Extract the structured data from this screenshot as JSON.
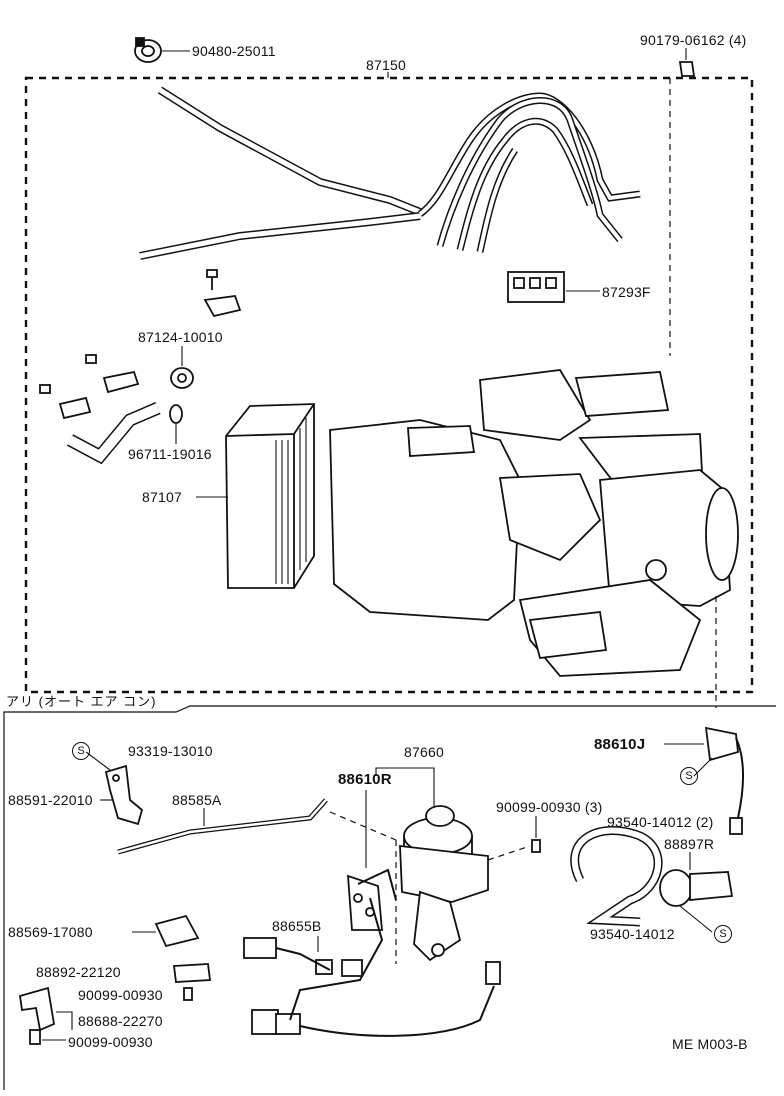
{
  "diagram_code": "ME M003-B",
  "section_label": "アリ (オート エア コン)",
  "parts": {
    "p90480_25011": "90480-25011",
    "p87150": "87150",
    "p90179_06162": "90179-06162 (4)",
    "p87293F": "87293F",
    "p87124_10010": "87124-10010",
    "p96711_19016": "96711-19016",
    "p87107": "87107",
    "p93319_13010": "93319-13010",
    "p88591_22010": "88591-22010",
    "p88585A": "88585A",
    "p87660": "87660",
    "p88610R": "88610R",
    "p90099_00930_3": "90099-00930 (3)",
    "p88610J": "88610J",
    "p93540_14012_2": "93540-14012 (2)",
    "p88897R": "88897R",
    "p93540_14012": "93540-14012",
    "p88569_17080": "88569-17080",
    "p88655B": "88655B",
    "p88892_22120": "88892-22120",
    "p90099_00930_a": "90099-00930",
    "p88688_22270": "88688-22270",
    "p90099_00930_b": "90099-00930"
  },
  "s_mark": "S"
}
